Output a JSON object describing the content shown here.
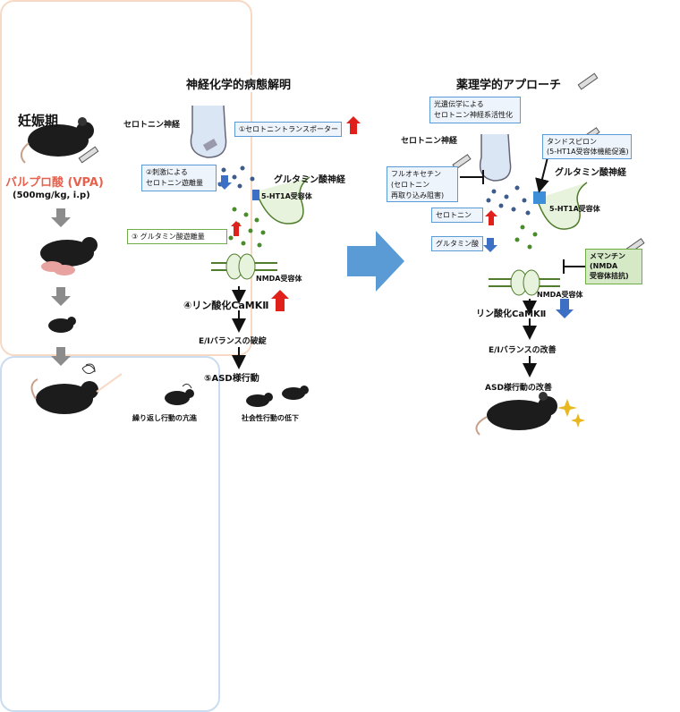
{
  "left_column": {
    "pregnancy": "妊娠期",
    "drug": "バルプロ酸 (VPA)",
    "dose": "(500mg/kg, i.p)"
  },
  "left_panel": {
    "title": "神経化学的病態解明",
    "serotonin_neuron": "セロトニン神経",
    "glutamate_neuron": "グルタミン酸神経",
    "step1": "①セロトニントランスポーター",
    "step2_line1": "②刺激による",
    "step2_line2": "セロトニン遊離量",
    "receptor": "5-HT1A受容体",
    "step3": "③ グルタミン酸遊離量",
    "nmda": "NMDA受容体",
    "step4": "④リン酸化CaMKⅡ",
    "ei": "E/Iバランスの破綻",
    "step5": "⑤ASD様行動",
    "behavior1": "繰り返し行動の亢進",
    "behavior2": "社会性行動の低下"
  },
  "right_panel": {
    "title": "薬理学的アプローチ",
    "optogenetics_line1": "光遺伝学による",
    "optogenetics_line2": "セロトニン神経系活性化",
    "serotonin_neuron": "セロトニン神経",
    "tandospirone_line1": "タンドスピロン",
    "tandospirone_line2": "(5-HT1A受容体機能促進)",
    "fluoxetine_line1": "フルオキセチン",
    "fluoxetine_line2": "(セロトニン",
    "fluoxetine_line3": "再取り込み阻害)",
    "glutamate_neuron": "グルタミン酸神経",
    "serotonin_up": "セロトニン",
    "receptor": "5-HT1A受容体",
    "glutamate_down": "グルタミン酸",
    "memantine_line1": "メマンチン",
    "memantine_line2": "(NMDA",
    "memantine_line3": "受容体拮抗)",
    "nmda": "NMDA受容体",
    "camk": "リン酸化CaMKⅡ",
    "ei": "E/Iバランスの改善",
    "asd": "ASD様行動の改善"
  },
  "colors": {
    "up_arrow": "#e0201b",
    "down_arrow": "#3d6fc4",
    "big_arrow": "#5b9bd5",
    "drug_text": "#e8614d"
  }
}
